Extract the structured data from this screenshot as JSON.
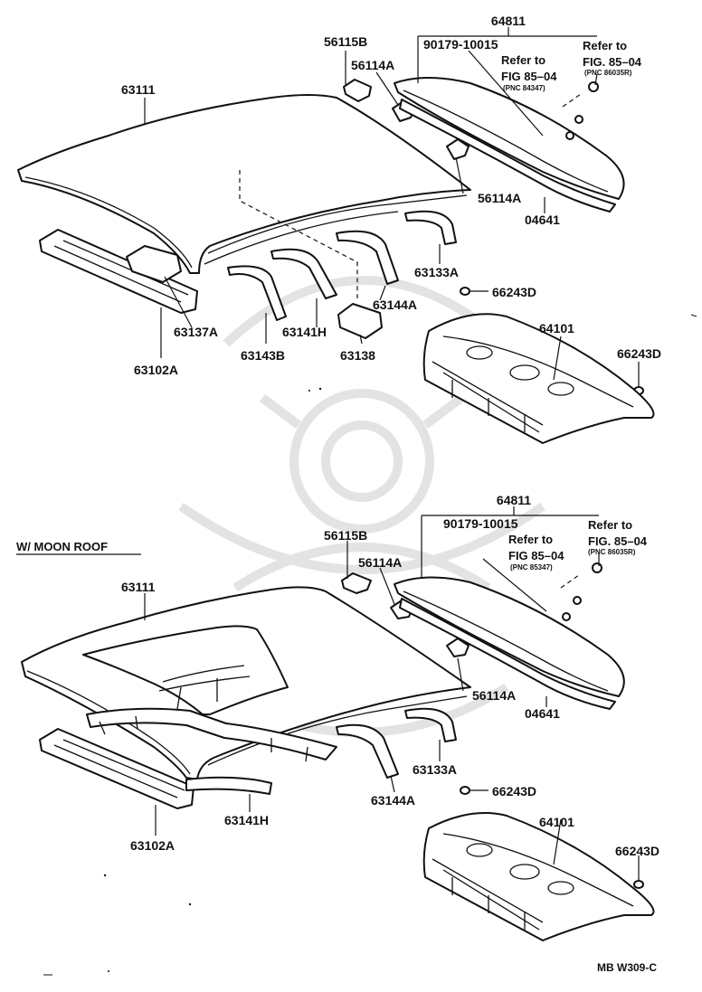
{
  "diagram": {
    "upper": {
      "labels": {
        "p64811": "64811",
        "p90179": "90179-10015",
        "refA1": "Refer to",
        "refA2": "FIG. 85–04",
        "pncA": "(PNC 86035R)",
        "refB1": "Refer to",
        "refB2": "FIG 85–04",
        "pncB": "(PNC 84347)",
        "p56115B": "56115B",
        "p56114A_top": "56114A",
        "p63111": "63111",
        "p56114A_low": "56114A",
        "p04641": "04641",
        "p63133A": "63133A",
        "p66243D_a": "66243D",
        "p63144A": "63144A",
        "p63137A": "63137A",
        "p63141H": "63141H",
        "p64101": "64101",
        "p66243D_b": "66243D",
        "p63143B": "63143B",
        "p63138": "63138",
        "p63102A": "63102A"
      }
    },
    "lower": {
      "section_title": "W/ MOON ROOF",
      "labels": {
        "p64811": "64811",
        "p90179": "90179-10015",
        "refA1": "Refer to",
        "refA2": "FIG. 85–04",
        "pncA": "(PNC 86035R)",
        "refB1": "Refer to",
        "refB2": "FIG 85–04",
        "pncB": "(PNC 85347)",
        "p56115B": "56115B",
        "p56114A_top": "56114A",
        "p63111": "63111",
        "p56114A_low": "56114A",
        "p04641": "04641",
        "p63133A": "63133A",
        "p66243D_a": "66243D",
        "p63144A": "63144A",
        "p64101": "64101",
        "p66243D_b": "66243D",
        "p63141H": "63141H",
        "p63102A": "63102A"
      }
    },
    "footer_code": "MB W309-C"
  }
}
